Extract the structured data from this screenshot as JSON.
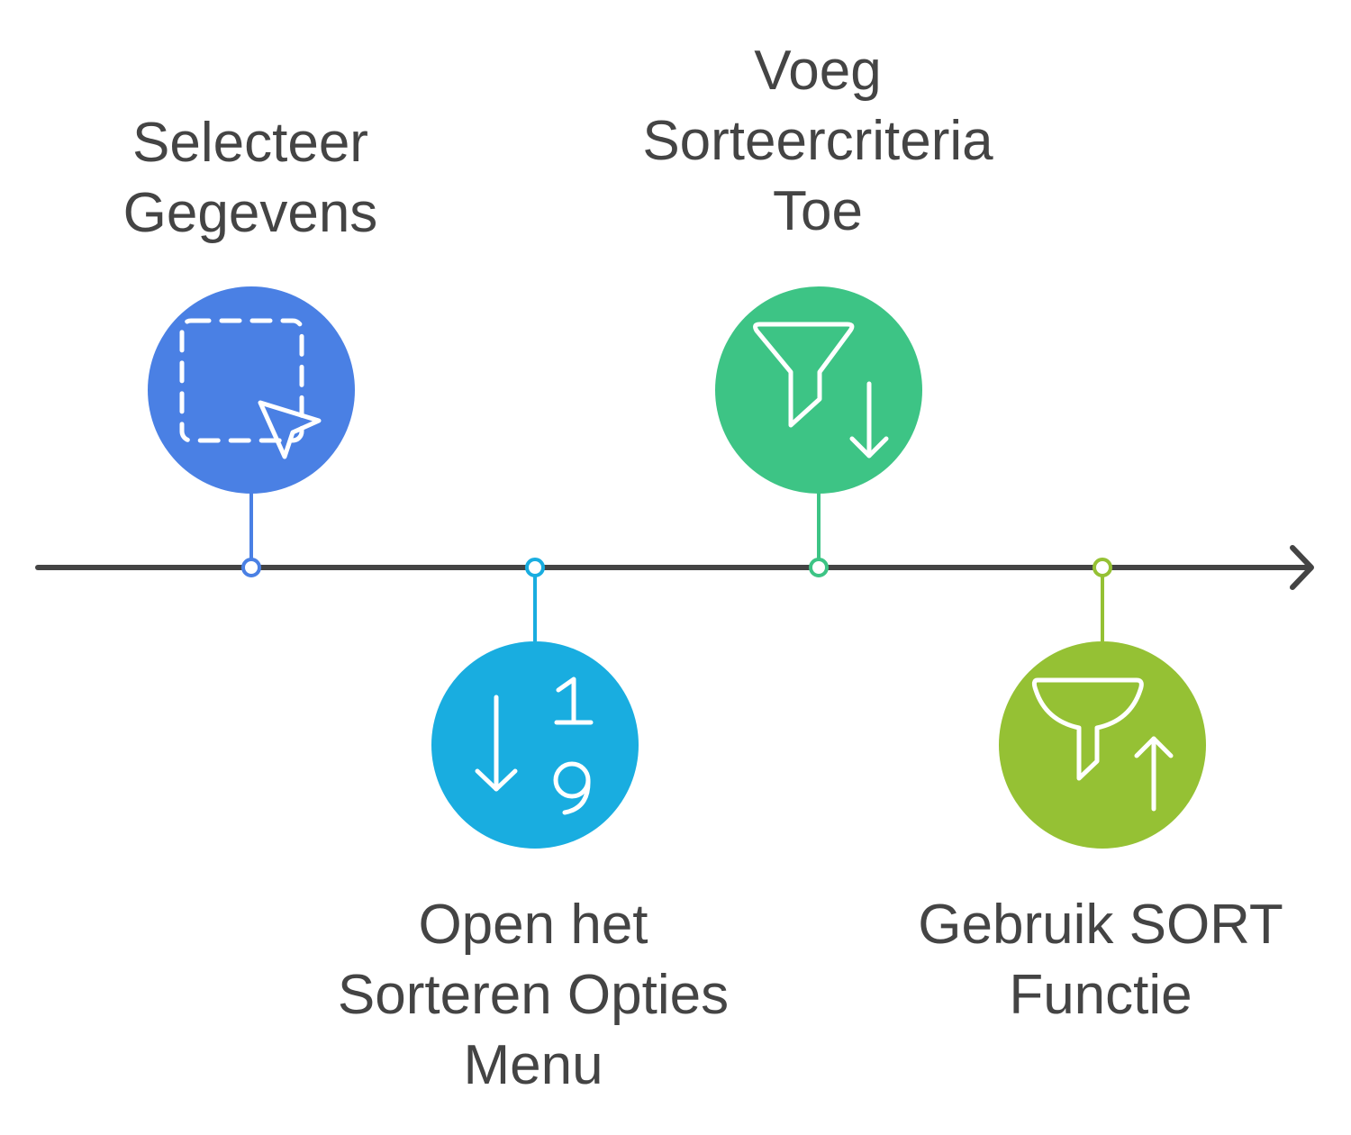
{
  "timeline": {
    "axis_color": "#444444",
    "steps": [
      {
        "id": "select-data",
        "label_lines": [
          "Selecteer",
          "Gegevens"
        ],
        "color": "#4a80e4",
        "icon": "selection-cursor-icon",
        "position": "above"
      },
      {
        "id": "open-sort-menu",
        "label_lines": [
          "Open het",
          "Sorteren Opties",
          "Menu"
        ],
        "color": "#19ade0",
        "icon": "sort-numeric-icon",
        "position": "below"
      },
      {
        "id": "add-criteria",
        "label_lines": [
          "Voeg",
          "Sorteercriteria",
          "Toe"
        ],
        "color": "#3dc485",
        "icon": "filter-sort-down-icon",
        "position": "above"
      },
      {
        "id": "use-sort-function",
        "label_lines": [
          "Gebruik SORT",
          "Functie"
        ],
        "color": "#95c134",
        "icon": "filter-sort-up-icon",
        "position": "below"
      }
    ]
  }
}
